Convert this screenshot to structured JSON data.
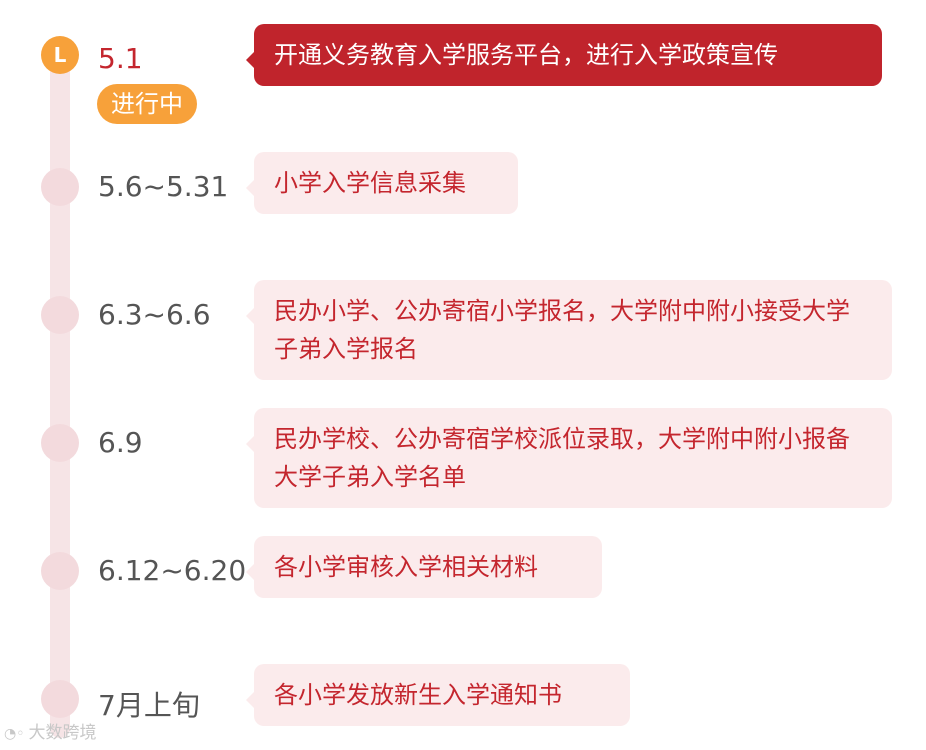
{
  "timeline": {
    "items": [
      {
        "date": "5.1",
        "status": "进行中",
        "icon_label": "L",
        "description": "开通义务教育入学服务平台，进行入学政策宣传",
        "active": true
      },
      {
        "date": "5.6~5.31",
        "description": "小学入学信息采集",
        "active": false
      },
      {
        "date": "6.3~6.6",
        "description": "民办小学、公办寄宿小学报名，大学附中附小接受大学子弟入学报名",
        "active": false
      },
      {
        "date": "6.9",
        "description": "民办学校、公办寄宿学校派位录取，大学附中附小报备大学子弟入学名单",
        "active": false
      },
      {
        "date": "6.12~6.20",
        "description": "各小学审核入学相关材料",
        "active": false
      },
      {
        "date": "7月上旬",
        "description": "各小学发放新生入学通知书",
        "active": false
      }
    ]
  },
  "watermark": {
    "text": "大数跨境"
  },
  "colors": {
    "accent_red": "#c0242c",
    "accent_orange": "#f7a13a",
    "card_bg": "#fbebec",
    "dot_bg": "#f3dadd",
    "track_bg": "#f6e4e6"
  }
}
